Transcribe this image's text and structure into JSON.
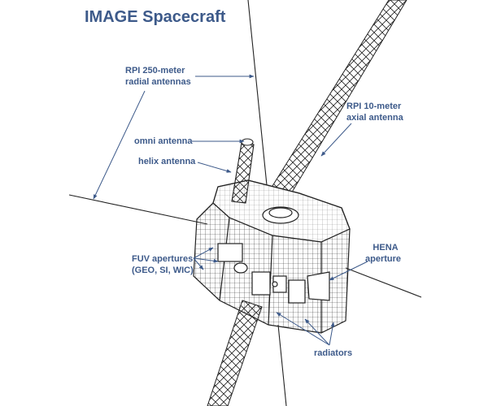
{
  "title": "IMAGE Spacecraft",
  "labels": {
    "radial_line1": "RPI 250-meter",
    "radial_line2": "radial antennas",
    "axial_line1": "RPI 10-meter",
    "axial_line2": "axial antenna",
    "omni": "omni antenna",
    "helix": "helix antenna",
    "fuv_line1": "FUV apertures",
    "fuv_line2": "(GEO, SI, WIC)",
    "hena_line1": "HENA",
    "hena_line2": "aperture",
    "radiators": "radiators"
  },
  "colors": {
    "label": "#3d5a8a",
    "line": "#222222"
  }
}
